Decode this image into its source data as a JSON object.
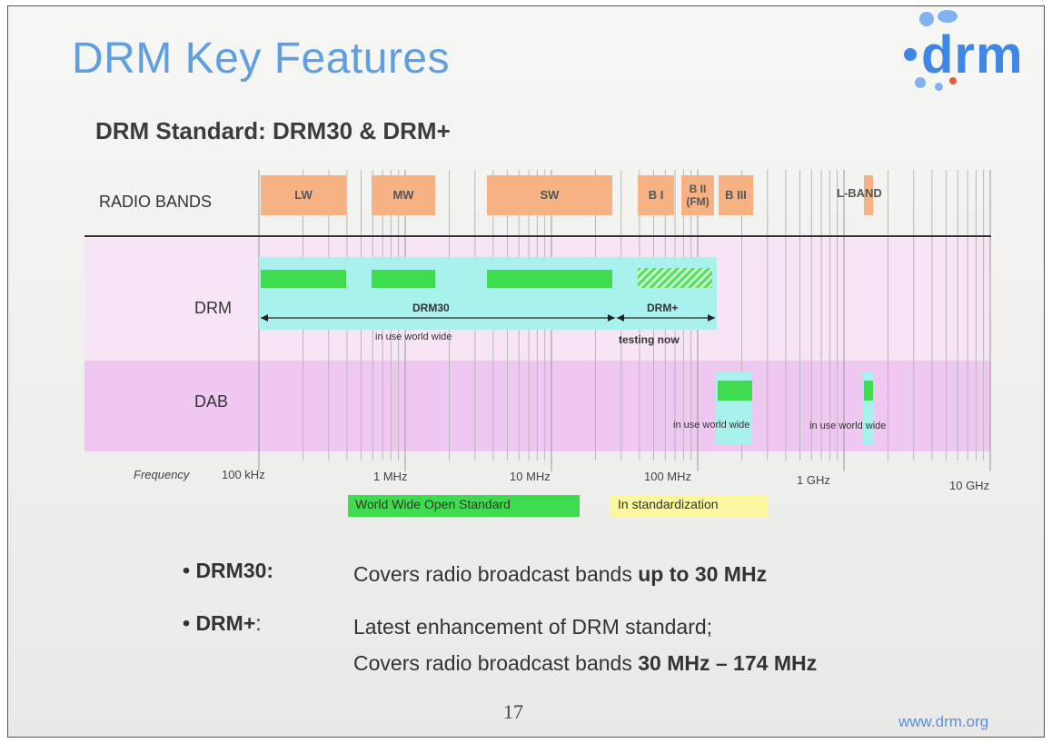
{
  "slide": {
    "title": "DRM Key Features",
    "subtitle": "DRM Standard:  DRM30  &  DRM+",
    "logo_text": "drm",
    "page_number": "17",
    "url": "www.drm.org"
  },
  "diagram": {
    "row_labels": {
      "radio_bands": "RADIO BANDS",
      "drm": "DRM",
      "dab": "DAB"
    },
    "bands": {
      "lw": "LW",
      "mw": "MW",
      "sw": "SW",
      "b1": "B I",
      "b2": "B II",
      "b2_sub": "(FM)",
      "b3": "B III",
      "lband": "L-BAND"
    },
    "drm30_label": "DRM30",
    "drm30_note": "in use world wide",
    "drmplus_label": "DRM+",
    "drmplus_note": "testing now",
    "dab_note_1": "in use world wide",
    "dab_note_2": "in use world wide",
    "frequency_label": "Frequency",
    "ticks": [
      "100 kHz",
      "1 MHz",
      "10 MHz",
      "100 MHz",
      "1 GHz",
      "10 GHz"
    ],
    "legend": {
      "open_standard": "World Wide Open Standard",
      "standardization": "In standardization"
    },
    "colors": {
      "band": "#f6b282",
      "active": "#3fdc4f",
      "drm_box": "#a9f1ec",
      "standardization": "#fbf7a0",
      "drm_row_bg": "#f7e4f5",
      "dab_row_bg": "#efc8f2"
    }
  },
  "bullets": {
    "drm30_head": "• DRM30:",
    "drm30_text": "Covers radio broadcast bands ",
    "drm30_bold": "up to 30 MHz",
    "drmplus_head": "• DRM+",
    "drmplus_colon": ":",
    "drmplus_line1": "Latest enhancement of DRM standard;",
    "drmplus_line2": "Covers radio broadcast bands ",
    "drmplus_bold": "30 MHz – 174 MHz"
  }
}
